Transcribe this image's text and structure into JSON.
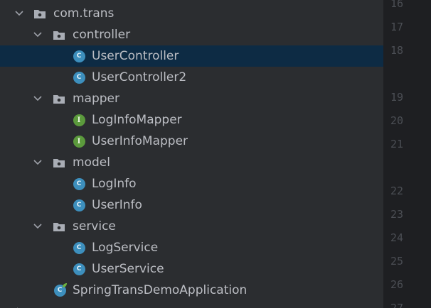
{
  "tree": {
    "items": [
      {
        "label": "com.trans",
        "kind": "package",
        "icon": "package-folder-icon",
        "expanded": true
      },
      {
        "label": "controller",
        "kind": "package",
        "icon": "package-folder-icon",
        "expanded": true
      },
      {
        "label": "UserController",
        "kind": "class",
        "icon": "class-icon",
        "badge": "C",
        "selected": true
      },
      {
        "label": "UserController2",
        "kind": "class",
        "icon": "class-icon",
        "badge": "C"
      },
      {
        "label": "mapper",
        "kind": "package",
        "icon": "package-folder-icon",
        "expanded": true
      },
      {
        "label": "LogInfoMapper",
        "kind": "interface",
        "icon": "interface-icon",
        "badge": "I"
      },
      {
        "label": "UserInfoMapper",
        "kind": "interface",
        "icon": "interface-icon",
        "badge": "I"
      },
      {
        "label": "model",
        "kind": "package",
        "icon": "package-folder-icon",
        "expanded": true
      },
      {
        "label": "LogInfo",
        "kind": "class",
        "icon": "class-icon",
        "badge": "C"
      },
      {
        "label": "UserInfo",
        "kind": "class",
        "icon": "class-icon",
        "badge": "C"
      },
      {
        "label": "service",
        "kind": "package",
        "icon": "package-folder-icon",
        "expanded": true
      },
      {
        "label": "LogService",
        "kind": "class",
        "icon": "class-icon",
        "badge": "C"
      },
      {
        "label": "UserService",
        "kind": "class",
        "icon": "class-icon",
        "badge": "C"
      },
      {
        "label": "SpringTransDemoApplication",
        "kind": "spring-boot-class",
        "icon": "spring-boot-class-icon",
        "badge": "C"
      }
    ]
  },
  "gutter": {
    "line_numbers": [
      "16",
      "17",
      "18",
      "19",
      "20",
      "21",
      "22",
      "23",
      "24",
      "25",
      "26",
      "27"
    ]
  },
  "colors": {
    "tree_bg": "#2b2d30",
    "selected_row": "#0d2b44",
    "text": "#bcbec4",
    "gutter_bg": "#1e1f22",
    "line_number": "#4b4e54",
    "class_icon": "#3d8fbd",
    "interface_icon": "#5b9a3c"
  }
}
